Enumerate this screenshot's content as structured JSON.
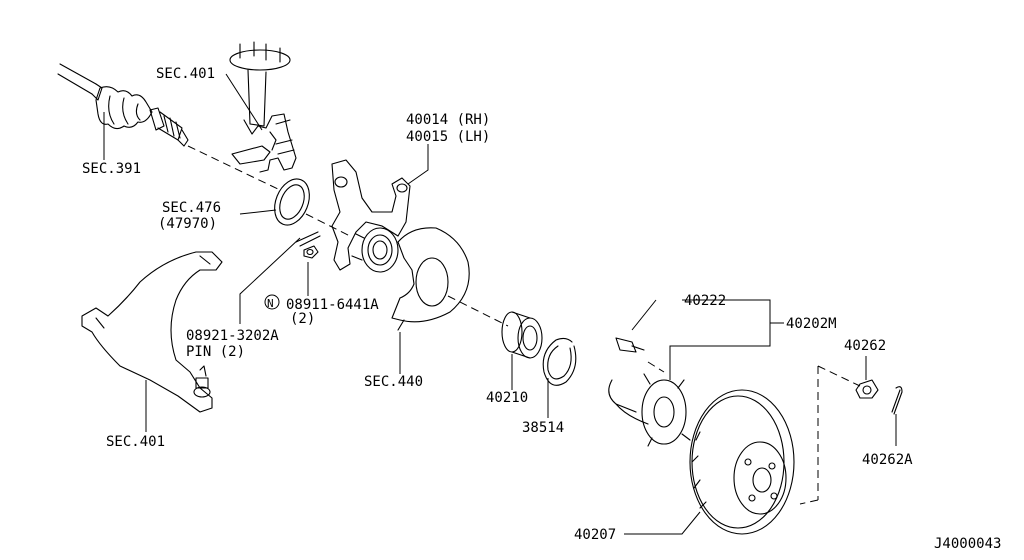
{
  "labels": {
    "sec401_top": "SEC.401",
    "sec391": "SEC.391",
    "p40014": "40014 (RH)",
    "p40015": "40015 (LH)",
    "sec476": "SEC.476",
    "p47970": "(47970)",
    "nut_prefix": "N",
    "p08911": "08911-6441A",
    "qty_nut": "(2)",
    "p08921": "08921-3202A",
    "pin": "PIN (2)",
    "sec440": "SEC.440",
    "sec401_bottom": "SEC.401",
    "p40210": "40210",
    "p38514": "38514",
    "p40222": "40222",
    "p40202m": "40202M",
    "p40262": "40262",
    "p40262a": "40262A",
    "p40207": "40207",
    "diagram_id": "J4000043"
  }
}
